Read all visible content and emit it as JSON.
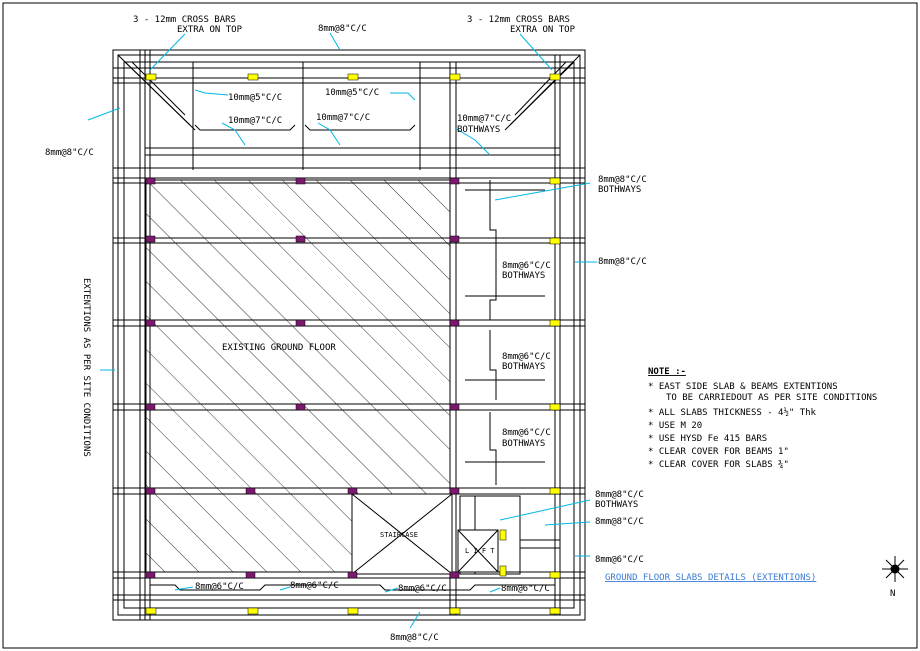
{
  "labels": {
    "cross_bars_left": "3 - 12mm CROSS BARS",
    "extra_on_top_left": "EXTRA ON TOP",
    "cross_bars_right": "3 - 12mm CROSS BARS",
    "extra_on_top_right": "EXTRA ON TOP",
    "top_8mm": "8mm@8\"C/C",
    "left_8mm": "8mm@8\"C/C",
    "p1_10mm5": "10mm@5\"C/C",
    "p1_10mm7": "10mm@7\"C/C",
    "p2_10mm5": "10mm@5\"C/C",
    "p2_10mm7": "10mm@7\"C/C",
    "p3_10mm7": "10mm@7\"C/C",
    "p3_bothways": "BOTHWAYS",
    "r_8mm8_1": "8mm@8\"C/C",
    "r_bothways_1": "BOTHWAYS",
    "r_8mm8_2": "8mm@8\"C/C",
    "e1_8mm6": "8mm@6\"C/C",
    "e1_bothways": "BOTHWAYS",
    "e2_8mm6": "8mm@6\"C/C",
    "e2_bothways": "BOTHWAYS",
    "e3_8mm6": "8mm@6\"C/C",
    "e3_bothways": "BOTHWAYS",
    "r_8mm8_3": "8mm@8\"C/C",
    "r_bothways_3": "BOTHWAYS",
    "r_8mm8_4": "8mm@8\"C/C",
    "r_8mm6_bottom": "8mm@6\"C/C",
    "existing": "EXISTING GROUND FLOOR",
    "staircase": "STAIRCASE",
    "lift": "L I F T",
    "b1": "8mm@6\"C/C",
    "b2": "8mm@6\"C/C",
    "b3": "8mm@6\"C/C",
    "b4": "8mm@6\"C/C",
    "bottom_8mm": "8mm@8\"C/C",
    "extentions": "EXTENTIONS AS PER SITE CONDITIONS",
    "title": "GROUND FLOOR SLABS DETAILS (EXTENTIONS)",
    "north": "N"
  },
  "note": {
    "heading": "NOTE :-",
    "items": [
      "* EAST SIDE SLAB & BEAMS EXTENTIONS",
      "TO BE CARRIEDOUT AS PER SITE CONDITIONS",
      "* ALL SLABS THICKNESS - 4½\" Thk",
      "* USE M 20",
      "* USE HYSD Fe 415 BARS",
      "* CLEAR COVER FOR BEAMS  1\"",
      "* CLEAR COVER FOR SLABS ¾\""
    ]
  },
  "colors": {
    "line": "#000000",
    "leader": "#00b7e6",
    "column": "#ffff00",
    "column_existing": "#7a1a6e",
    "title": "#3a7bd5"
  }
}
